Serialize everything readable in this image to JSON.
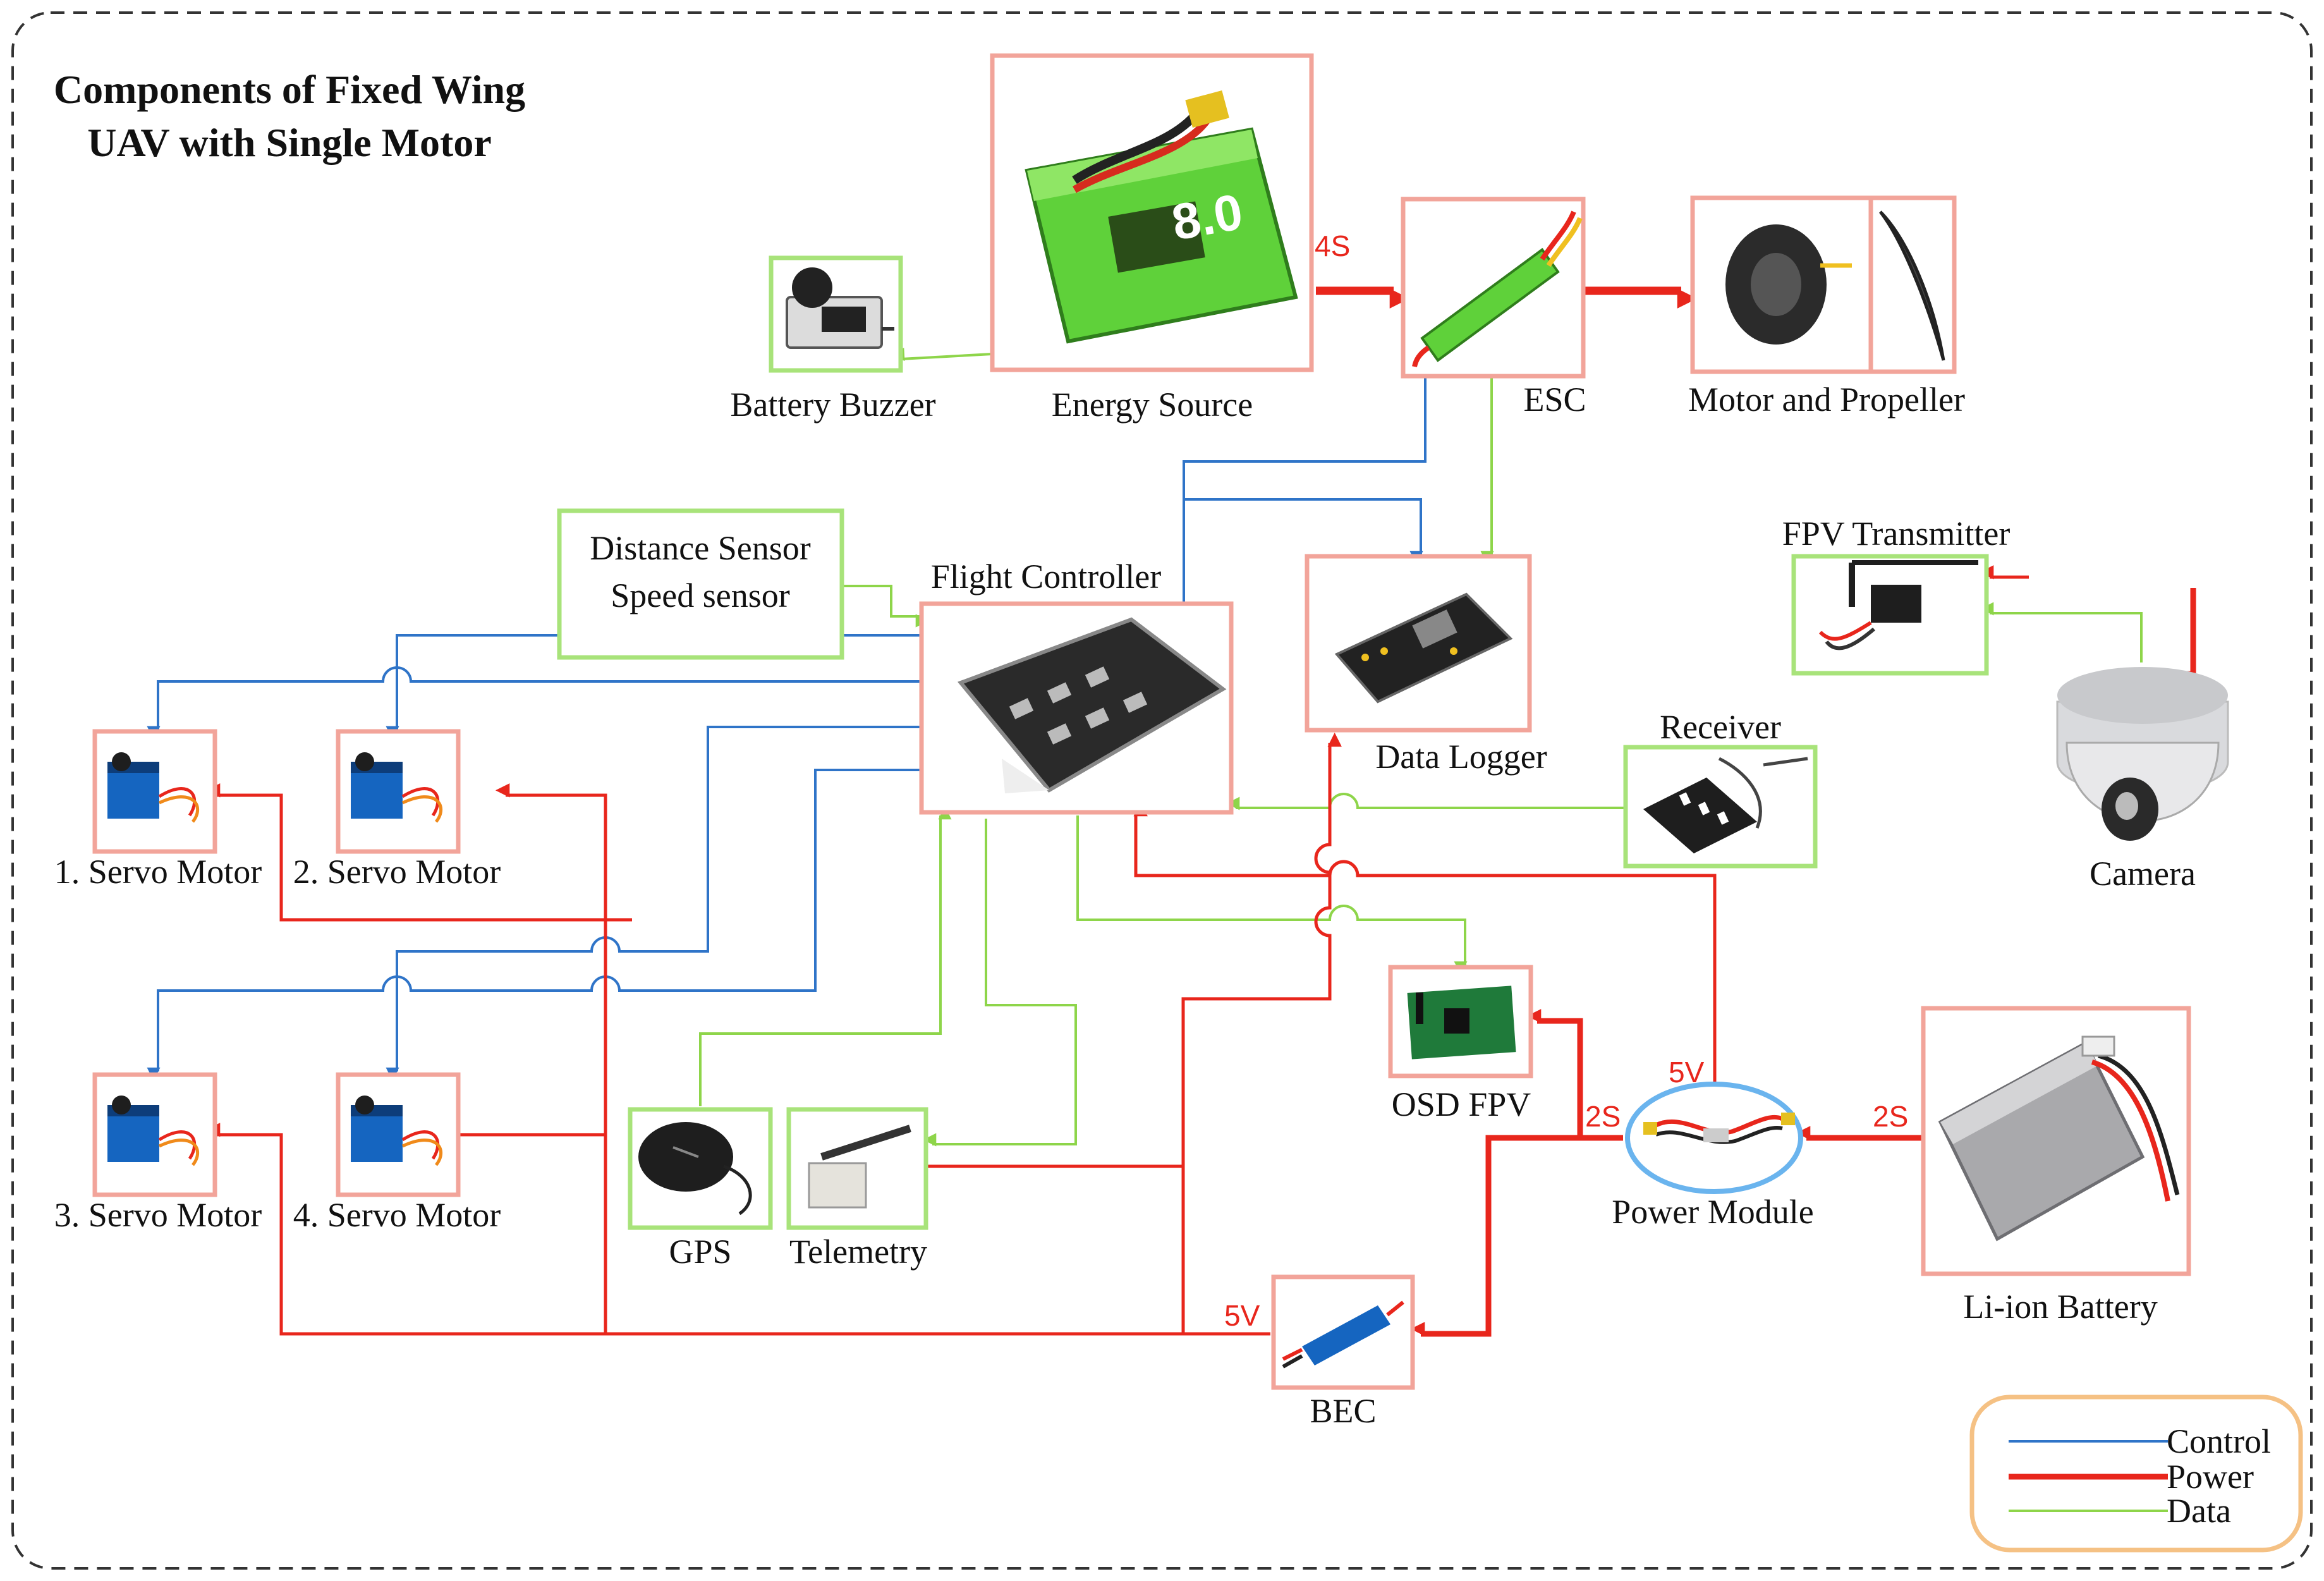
{
  "title": {
    "line1": "Components of Fixed Wing",
    "line2": "UAV with Single Motor"
  },
  "components": {
    "energy_source": "Energy Source",
    "battery_buzzer": "Battery Buzzer",
    "esc": "ESC",
    "motor_propeller": "Motor and Propeller",
    "flight_controller": "Flight Controller",
    "data_logger": "Data Logger",
    "distance_sensor": "Distance Sensor",
    "speed_sensor": "Speed sensor",
    "fpv_transmitter": "FPV Transmitter",
    "camera": "Camera",
    "receiver": "Receiver",
    "servo1": "1. Servo Motor",
    "servo2": "2. Servo Motor",
    "servo3": "3. Servo Motor",
    "servo4": "4. Servo Motor",
    "gps": "GPS",
    "telemetry": "Telemetry",
    "osd_fpv": "OSD FPV",
    "power_module": "Power Module",
    "li_ion_battery": "Li-ion Battery",
    "bec": "BEC"
  },
  "voltages": {
    "energy_to_esc": "4S",
    "pm_to_osd": "2S",
    "battery_to_pm": "2S",
    "pm_to_fc": "5V",
    "bec_out": "5V"
  },
  "legend": {
    "control": "Control",
    "power": "Power",
    "data": "Data"
  },
  "colors": {
    "control": "#2f74c8",
    "power": "#e8261c",
    "data": "#8ed54a",
    "component_border": "#f2a49a",
    "sensor_border": "#a8e37a",
    "legend_border": "#f5c184"
  }
}
